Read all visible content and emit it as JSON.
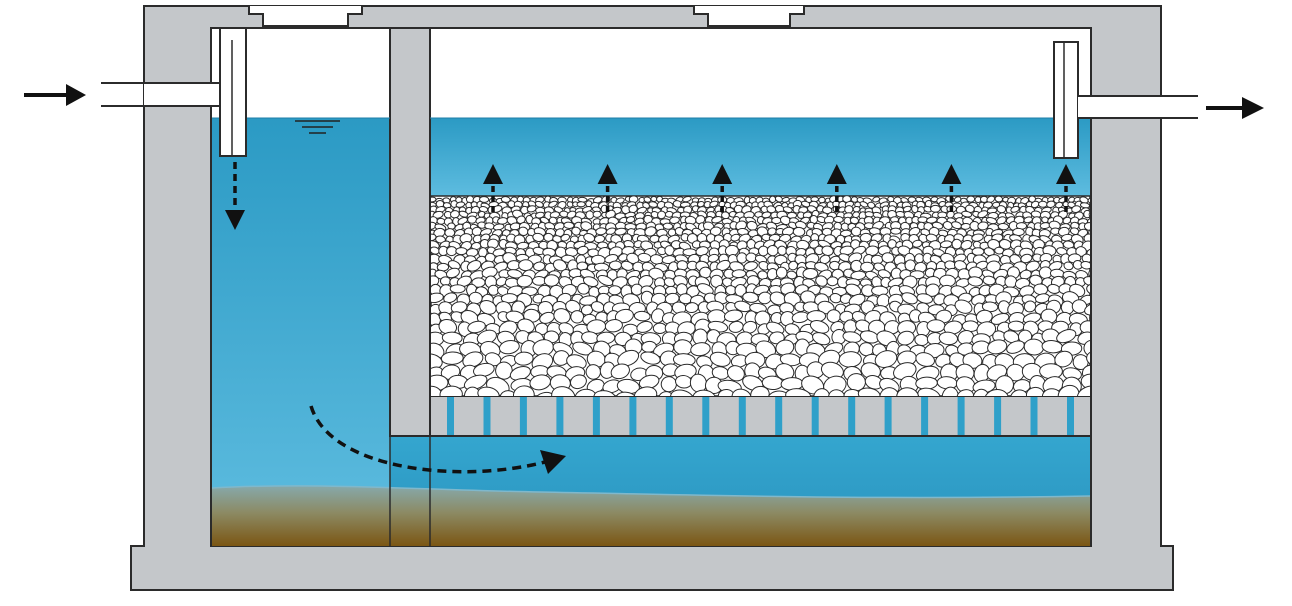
{
  "diagram": {
    "kind": "cross-section of a two-chamber tank with upflow gravel filter",
    "colors": {
      "concrete": "#c4c7ca",
      "concrete_stroke": "#2b2b2b",
      "water_top": "#2fa0c9",
      "water_bottom": "#6cc3e2",
      "sludge_top": "#8b8e77",
      "sludge_bottom": "#7a5a18",
      "gravel_fill": "#ffffff",
      "gravel_stroke": "#2a2a2a",
      "arrow": "#111111"
    },
    "icons": [
      "inlet-arrow-icon",
      "outlet-arrow-icon",
      "water-level-icon",
      "flow-arrow-icon"
    ],
    "upflow_arrow_count": 6,
    "underdrain_slot_count": 18
  }
}
